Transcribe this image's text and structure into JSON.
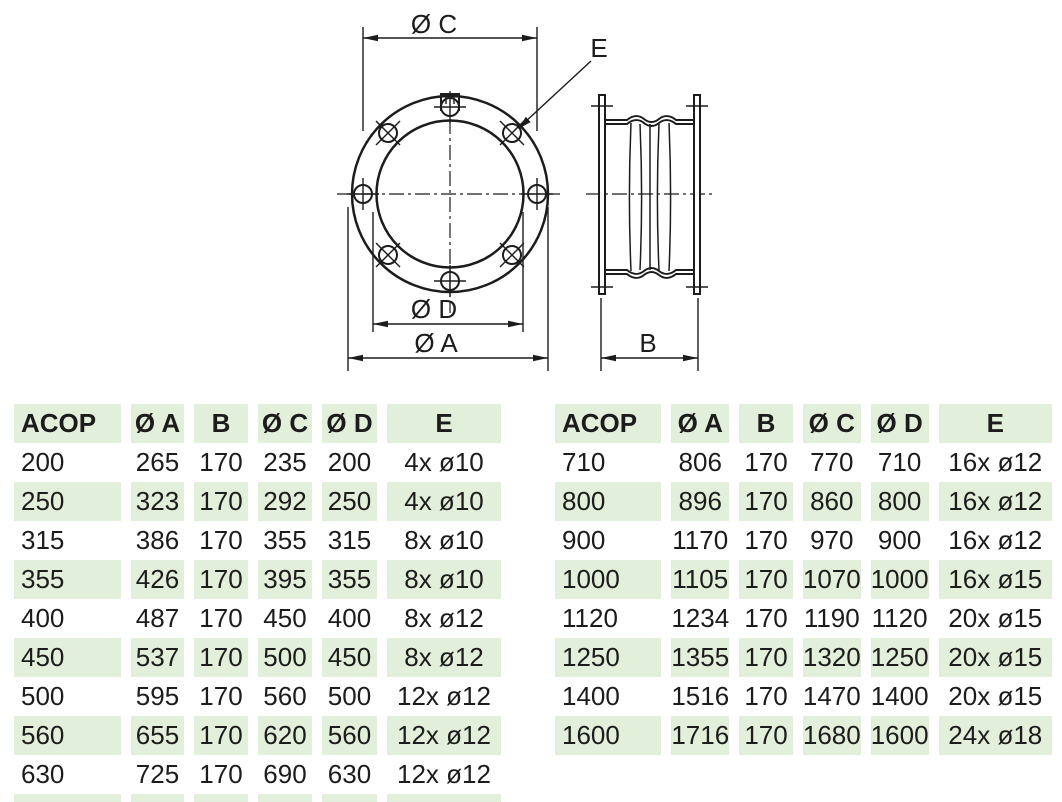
{
  "diagram": {
    "labels": {
      "dia_c": "Ø C",
      "dia_d": "Ø D",
      "dia_a": "Ø A",
      "width_b": "B",
      "bolt_holes": "E"
    }
  },
  "tables": {
    "columns": [
      "ACOP",
      "Ø A",
      "B",
      "Ø C",
      "Ø D",
      "E"
    ],
    "left": {
      "rows": [
        [
          "200",
          "265",
          "170",
          "235",
          "200",
          "4x ø10"
        ],
        [
          "250",
          "323",
          "170",
          "292",
          "250",
          "4x ø10"
        ],
        [
          "315",
          "386",
          "170",
          "355",
          "315",
          "8x ø10"
        ],
        [
          "355",
          "426",
          "170",
          "395",
          "355",
          "8x ø10"
        ],
        [
          "400",
          "487",
          "170",
          "450",
          "400",
          "8x ø12"
        ],
        [
          "450",
          "537",
          "170",
          "500",
          "450",
          "8x ø12"
        ],
        [
          "500",
          "595",
          "170",
          "560",
          "500",
          "12x ø12"
        ],
        [
          "560",
          "655",
          "170",
          "620",
          "560",
          "12x ø12"
        ],
        [
          "630",
          "725",
          "170",
          "690",
          "630",
          "12x ø12"
        ]
      ],
      "partial_next_row": true
    },
    "right": {
      "rows": [
        [
          "710",
          "806",
          "170",
          "770",
          "710",
          "16x ø12"
        ],
        [
          "800",
          "896",
          "170",
          "860",
          "800",
          "16x ø12"
        ],
        [
          "900",
          "1170",
          "170",
          "970",
          "900",
          "16x ø12"
        ],
        [
          "1000",
          "1105",
          "170",
          "1070",
          "1000",
          "16x ø15"
        ],
        [
          "1120",
          "1234",
          "170",
          "1190",
          "1120",
          "20x ø15"
        ],
        [
          "1250",
          "1355",
          "170",
          "1320",
          "1250",
          "20x ø15"
        ],
        [
          "1400",
          "1516",
          "170",
          "1470",
          "1400",
          "20x ø15"
        ],
        [
          "1600",
          "1716",
          "170",
          "1680",
          "1600",
          "24x ø18"
        ]
      ],
      "partial_next_row": false
    }
  },
  "colors": {
    "row_green": "#e2efda",
    "line": "#1c1c1c"
  }
}
